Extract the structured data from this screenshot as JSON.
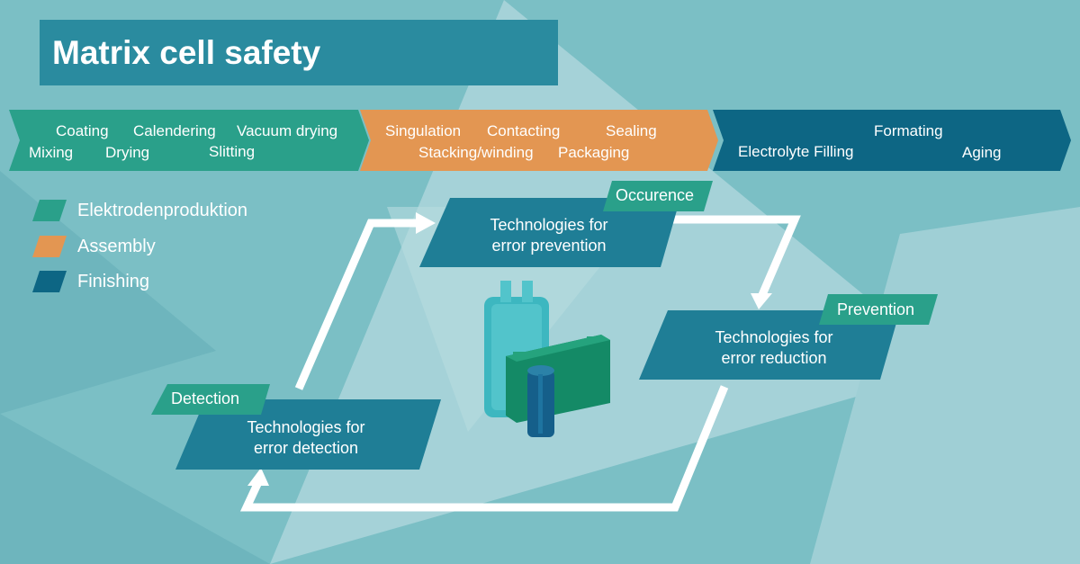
{
  "title": "Matrix cell safety",
  "colors": {
    "background": "#7bbfc5",
    "electrode": "#2aa08a",
    "assembly": "#e39652",
    "finishing": "#0d6684",
    "process_box": "#1f7e96",
    "tag": "#2aa08a",
    "title_box": "#2a8b9f"
  },
  "process_chain": {
    "electrode_production": {
      "steps": [
        "Coating",
        "Calendering",
        "Vacuum drying",
        "Mixing",
        "Drying",
        "Slitting"
      ]
    },
    "assembly": {
      "steps": [
        "Singulation",
        "Contacting",
        "Sealing",
        "Stacking/winding",
        "Packaging"
      ]
    },
    "finishing": {
      "steps": [
        "Formating",
        "Electrolyte Filling",
        "Aging"
      ]
    }
  },
  "legend": [
    {
      "label": "Elektrodenproduktion",
      "color": "#2aa08a"
    },
    {
      "label": "Assembly",
      "color": "#e39652"
    },
    {
      "label": "Finishing",
      "color": "#0d6684"
    }
  ],
  "cycle": {
    "prevention_box": {
      "tag": "Occurence",
      "line1": "Technologies for",
      "line2": "error prevention"
    },
    "reduction_box": {
      "tag": "Prevention",
      "line1": "Technologies for",
      "line2": "error reduction"
    },
    "detection_box": {
      "tag": "Detection",
      "line1": "Technologies for",
      "line2": "error detection"
    }
  },
  "illustration": {
    "name": "battery-cells-icon"
  }
}
